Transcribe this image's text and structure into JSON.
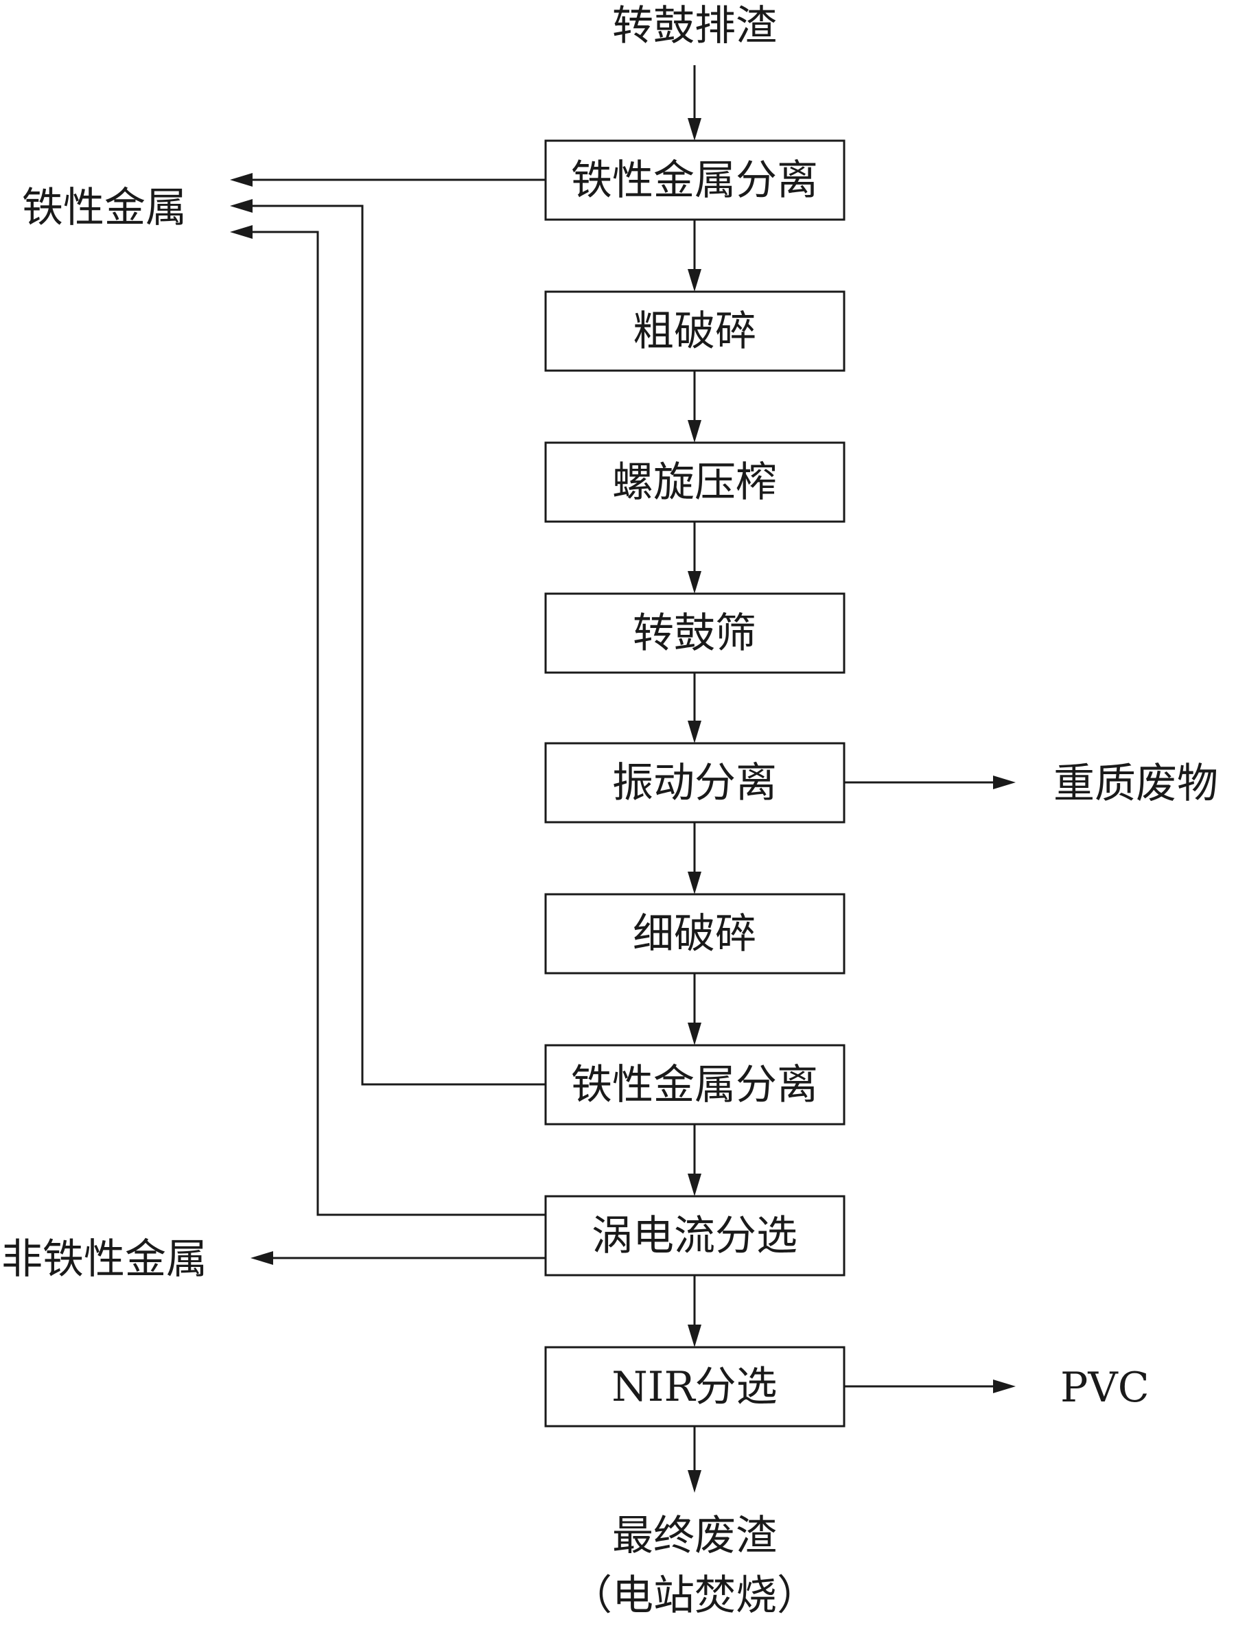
{
  "diagram": {
    "input": "转鼓排渣",
    "steps": [
      "铁性金属分离",
      "粗破碎",
      "螺旋压榨",
      "转鼓筛",
      "振动分离",
      "细破碎",
      "铁性金属分离",
      "涡电流分选",
      "NIR分选"
    ],
    "outputs": {
      "ferrous": "铁性金属",
      "heavy_waste": "重质废物",
      "non_ferrous": "非铁性金属",
      "pvc": "PVC",
      "final_line1": "最终废渣",
      "final_line2": "（电站焚烧）"
    }
  }
}
